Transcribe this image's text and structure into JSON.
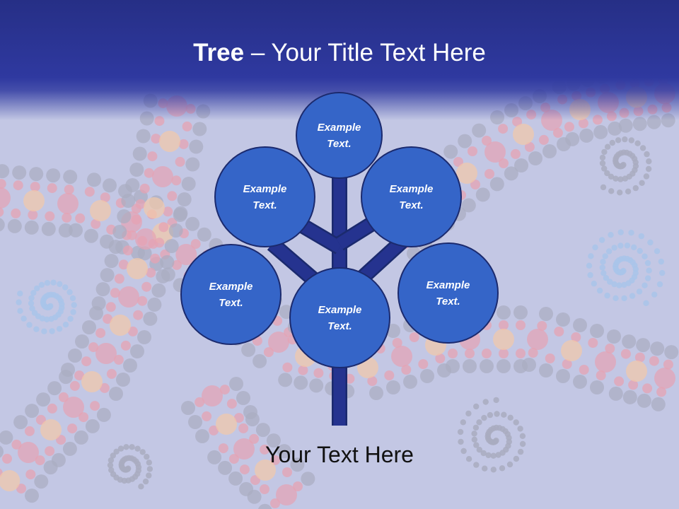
{
  "slide": {
    "title_bold": "Tree",
    "title_rest": " – Your Title Text Here",
    "caption": "Your Text Here"
  },
  "diagram": {
    "nodes": [
      {
        "id": "top",
        "label": "Example Text."
      },
      {
        "id": "upper-left",
        "label": "Example Text."
      },
      {
        "id": "upper-right",
        "label": "Example Text."
      },
      {
        "id": "middle-left",
        "label": "Example Text."
      },
      {
        "id": "middle-right",
        "label": "Example Text."
      },
      {
        "id": "bottom-center",
        "label": "Example Text."
      }
    ]
  },
  "colors": {
    "header": "#2f39a0",
    "node_fill": "#3565c8",
    "node_border": "#1b2a6e",
    "branch": "#25338f",
    "background": "#c3c7e4",
    "dot_pink": "#e6a3b3",
    "dot_peach": "#f3c9a8",
    "dot_gray": "#a9acc0",
    "dot_blue": "#a9c4ea"
  }
}
